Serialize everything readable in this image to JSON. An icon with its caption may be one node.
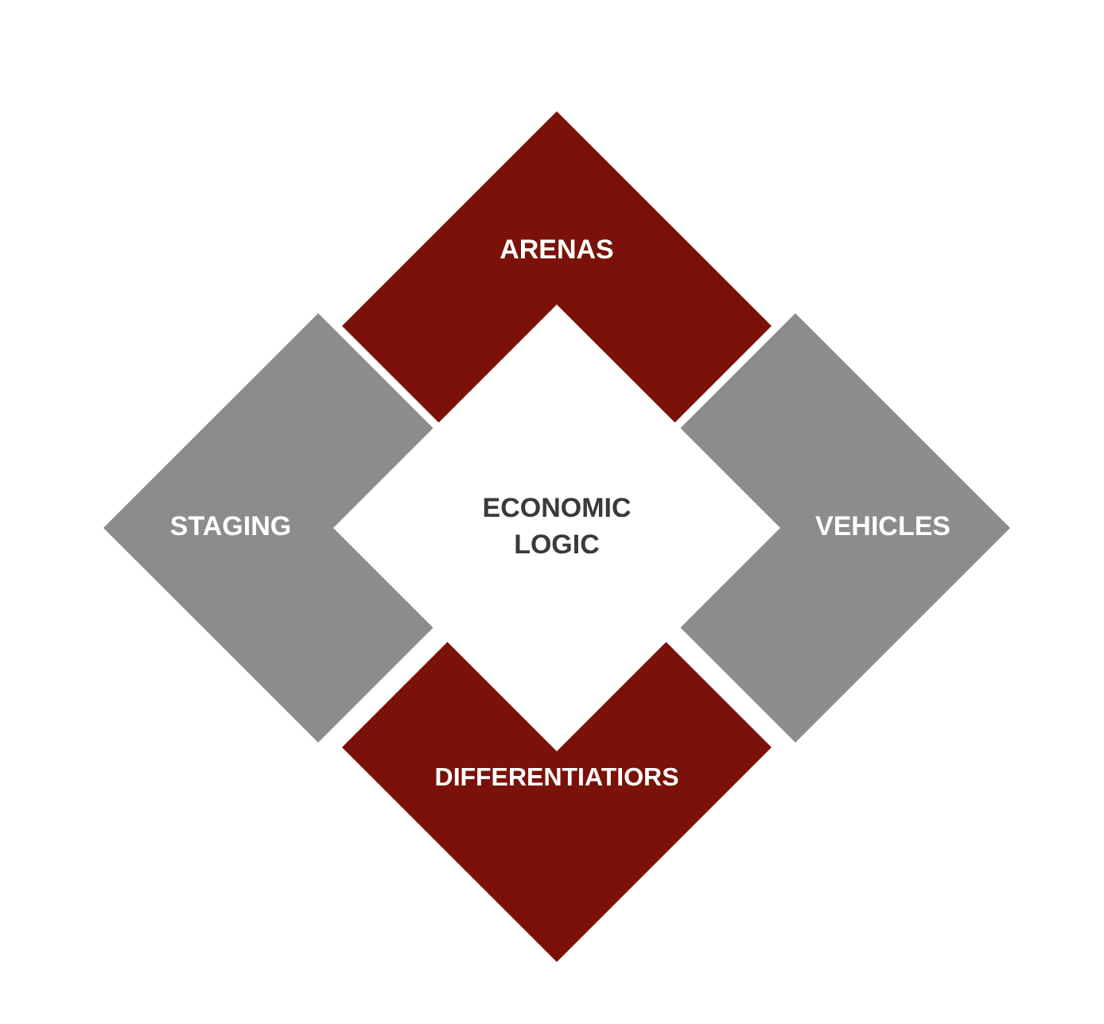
{
  "diagram": {
    "nodes": [
      {
        "text": [
          "ARENAS"
        ]
      },
      {
        "text": [
          "STAGING"
        ]
      },
      {
        "text": [
          "VEHICLES"
        ]
      },
      {
        "text": [
          "DIFFERENTIATIORS"
        ]
      },
      {
        "text": [
          "ECONOMIC LOGIC"
        ]
      }
    ]
  }
}
